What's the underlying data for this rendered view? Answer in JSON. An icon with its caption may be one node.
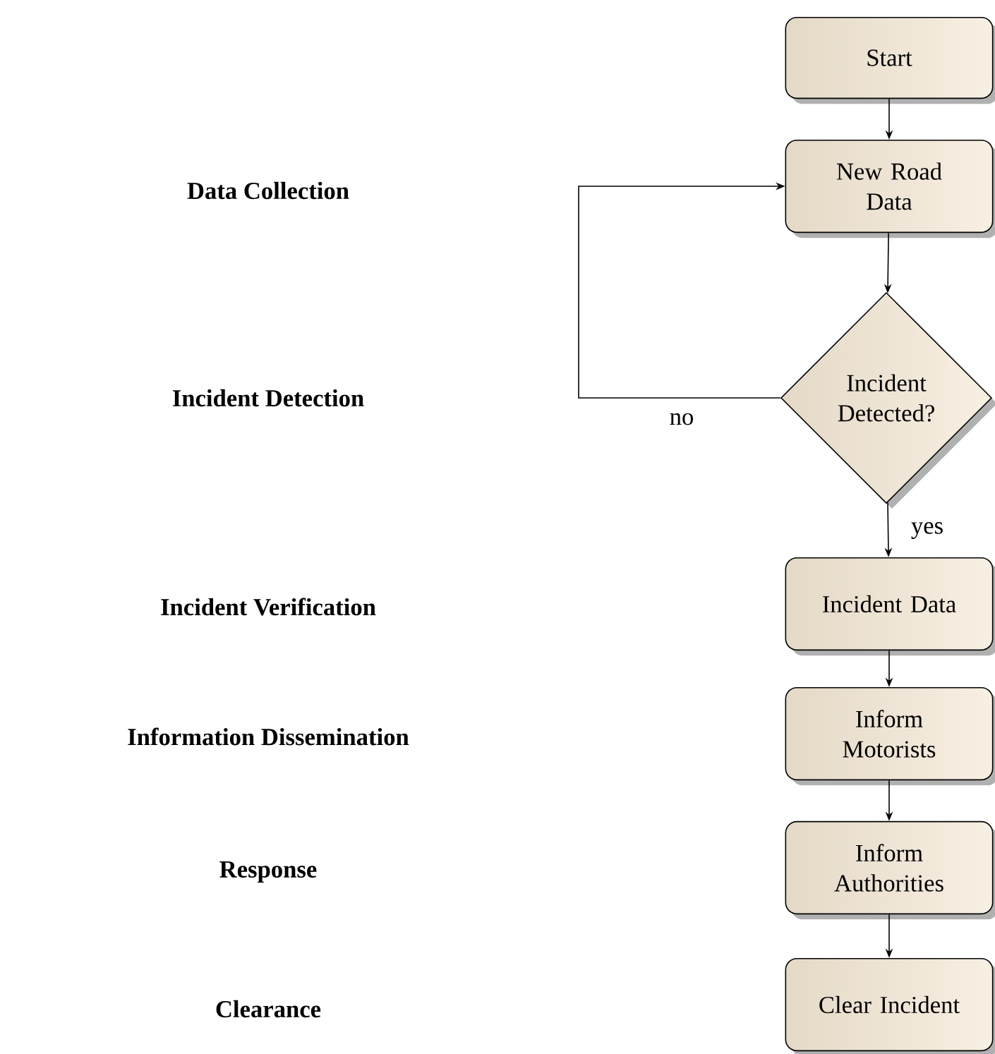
{
  "diagram": {
    "nodes": [
      {
        "text": [
          "Start"
        ]
      },
      {
        "text": [
          "New Road Data"
        ]
      },
      {
        "text": [
          "Incident Detected?"
        ]
      },
      {
        "text": [
          "Incident Data"
        ]
      },
      {
        "text": [
          "Inform Motorists"
        ]
      },
      {
        "text": [
          "Inform Authorities"
        ]
      },
      {
        "text": [
          "Clear Incident"
        ]
      }
    ],
    "edges": [
      {
        "from": 0,
        "to": 1,
        "arrow": "to"
      },
      {
        "from": 1,
        "to": 2,
        "arrow": "to"
      },
      {
        "from": 2,
        "to": 1,
        "arrow": "to",
        "label": "no"
      },
      {
        "from": 2,
        "to": 3,
        "arrow": "to",
        "label": "yes"
      },
      {
        "from": 3,
        "to": 4,
        "arrow": "to"
      },
      {
        "from": 4,
        "to": 5,
        "arrow": "to"
      },
      {
        "from": 5,
        "to": 6,
        "arrow": "to"
      }
    ],
    "labels": [
      "Data Collection",
      "Incident Detection",
      "Incident Verification",
      "Information Dissemination",
      "Response",
      "Clearance"
    ]
  }
}
